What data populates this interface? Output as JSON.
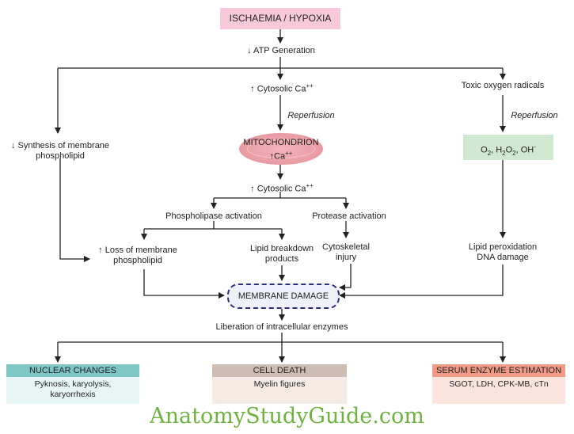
{
  "top_box": "ISCHAEMIA / HYPOXIA",
  "atp": "↓ ATP Generation",
  "cytosolic_ca_1": "↑ Cytosolic Ca",
  "cytosolic_ca_2": "↑ Cytosolic Ca",
  "ca_sup": "++",
  "reperfusion_mid": "Reperfusion",
  "reperfusion_right": "Reperfusion",
  "mitochondrion_line1": "MITOCHONDRION",
  "mitochondrion_line2": "↑Ca",
  "toxic": "Toxic oxygen radicals",
  "oxy_o2": "O",
  "oxy_mid": ", H",
  "oxy_o": "O",
  "oxy_end": ", OH",
  "oxy_minus": "-",
  "synthesis_line1": "↓ Synthesis of membrane",
  "synthesis_line2": "phospholipid",
  "phospholipase": "Phospholipase activation",
  "protease": "Protease activation",
  "loss_line1": "↑ Loss of membrane",
  "loss_line2": "phospholipid",
  "lipid_breakdown_line1": "Lipid breakdown",
  "lipid_breakdown_line2": "products",
  "cytoskeletal_line1": "Cytoskeletal",
  "cytoskeletal_line2": "injury",
  "lipid_perox_line1": "Lipid peroxidation",
  "lipid_perox_line2": "DNA damage",
  "membrane_damage": "MEMBRANE DAMAGE",
  "liberation": "Liberation of intracellular enzymes",
  "nuclear": {
    "title": "NUCLEAR CHANGES",
    "line1": "Pyknosis, karyolysis,",
    "line2": "karyorrhexis"
  },
  "cell_death": {
    "title": "CELL DEATH",
    "line1": "Myelin figures"
  },
  "serum": {
    "title": "SERUM ENZYME ESTIMATION",
    "line1": "SGOT, LDH, CPK-MB, cTn"
  },
  "watermark": "AnatomyStudyGuide.com",
  "colors": {
    "line": "#222222",
    "top_box": "#f7c9d9",
    "oxy_box": "#cfe8cf",
    "dashed": "#2b2f7a",
    "watermark": "#6db33f"
  }
}
